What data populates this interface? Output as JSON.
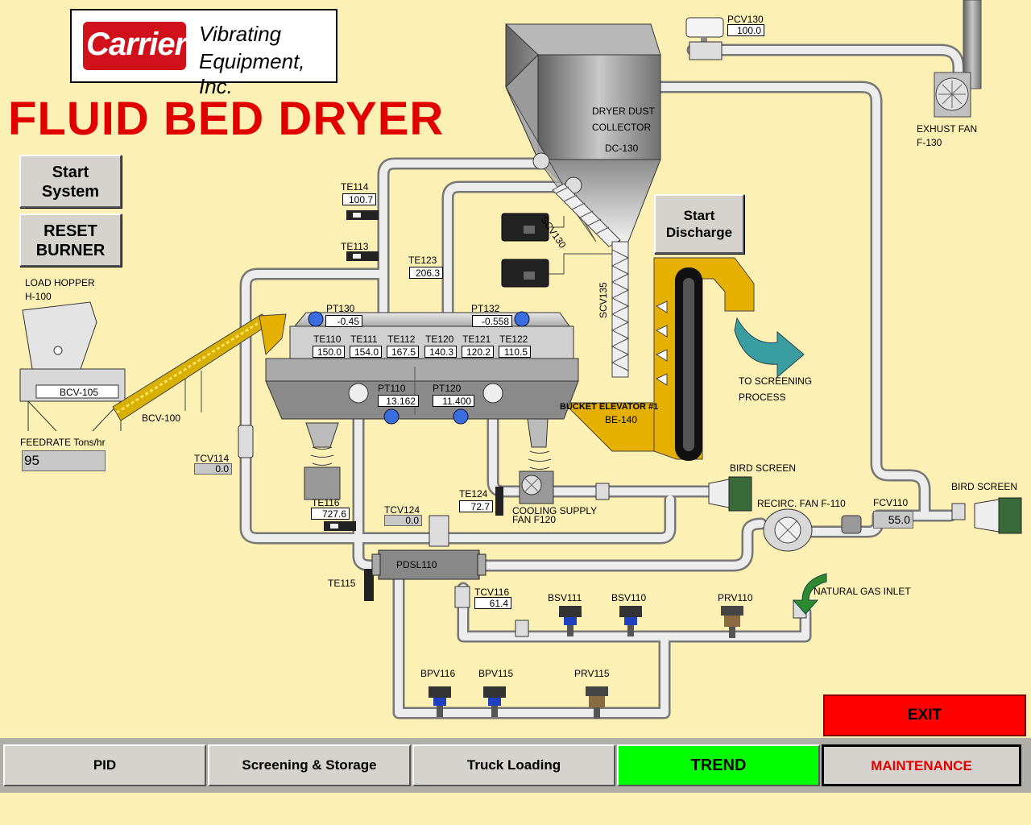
{
  "header": {
    "title": "FLUID BED DRYER",
    "logo_brand": "Carrier",
    "logo_line1": "Vibrating",
    "logo_line2": "Equipment, Inc."
  },
  "buttons": {
    "start_system_line1": "Start",
    "start_system_line2": "System",
    "reset_burner_line1": "RESET",
    "reset_burner_line2": "BURNER",
    "start_discharge_line1": "Start",
    "start_discharge_line2": "Discharge",
    "exit": "EXIT"
  },
  "nav": {
    "pid": "PID",
    "screening": "Screening & Storage",
    "truck": "Truck Loading",
    "trend": "TREND",
    "maintenance": "MAINTENANCE"
  },
  "equipment": {
    "hopper_line1": "LOAD HOPPER",
    "hopper_line2": "H-100",
    "bcv105": "BCV-105",
    "bcv100": "BCV-100",
    "feedrate_label": "FEEDRATE Tons/hr",
    "feedrate_value": "95",
    "dust_line1": "DRYER DUST",
    "dust_line2": "COLLECTOR",
    "dust_line3": "DC-130",
    "exhaust_line1": "EXHUST FAN",
    "exhaust_line2": "F-130",
    "scv130": "SCV130",
    "scv135": "SCV135",
    "bucket_line1": "BUCKET ELEVATOR #1",
    "bucket_line2": "BE-140",
    "screening_line1": "TO SCREENING",
    "screening_line2": "PROCESS",
    "bird_screen_1": "BIRD SCREEN",
    "bird_screen_2": "BIRD SCREEN",
    "recirc_fan": "RECIRC. FAN F-110",
    "cooling_line1": "COOLING SUPPLY",
    "cooling_line2": "FAN F120",
    "pdsl110": "PDSL110",
    "natural_gas": "NATURAL GAS INLET"
  },
  "tags": {
    "pcv130": {
      "label": "PCV130",
      "value": "100.0"
    },
    "te114": {
      "label": "TE114",
      "value": "100.7"
    },
    "te113": {
      "label": "TE113"
    },
    "te123": {
      "label": "TE123",
      "value": "206.3"
    },
    "pt130": {
      "label": "PT130",
      "value": "-0.45"
    },
    "pt132": {
      "label": "PT132",
      "value": "-0.558"
    },
    "te110": {
      "label": "TE110",
      "value": "150.0"
    },
    "te111": {
      "label": "TE111",
      "value": "154.0"
    },
    "te112": {
      "label": "TE112",
      "value": "167.5"
    },
    "te120": {
      "label": "TE120",
      "value": "140.3"
    },
    "te121": {
      "label": "TE121",
      "value": "120.2"
    },
    "te122": {
      "label": "TE122",
      "value": "110.5"
    },
    "pt110": {
      "label": "PT110",
      "value": "13.162"
    },
    "pt120": {
      "label": "PT120",
      "value": "11.400"
    },
    "tcv114": {
      "label": "TCV114",
      "value": "0.0"
    },
    "te116": {
      "label": "TE116",
      "value": "727.6"
    },
    "tcv124": {
      "label": "TCV124",
      "value": "0.0"
    },
    "te124": {
      "label": "TE124",
      "value": "72.7"
    },
    "fcv110": {
      "label": "FCV110",
      "value": "55.0"
    },
    "te115": {
      "label": "TE115"
    },
    "tcv116": {
      "label": "TCV116",
      "value": "61.4"
    },
    "bsv111": {
      "label": "BSV111"
    },
    "bsv110": {
      "label": "BSV110"
    },
    "prv110": {
      "label": "PRV110"
    },
    "bpv116": {
      "label": "BPV116"
    },
    "bpv115": {
      "label": "BPV115"
    },
    "prv115": {
      "label": "PRV115"
    }
  },
  "colors": {
    "background": "#fcf0b4",
    "title_red": "#e00000",
    "exit_red": "#ff0000",
    "trend_green": "#00ff00",
    "elevator_gold": "#e6b000"
  }
}
